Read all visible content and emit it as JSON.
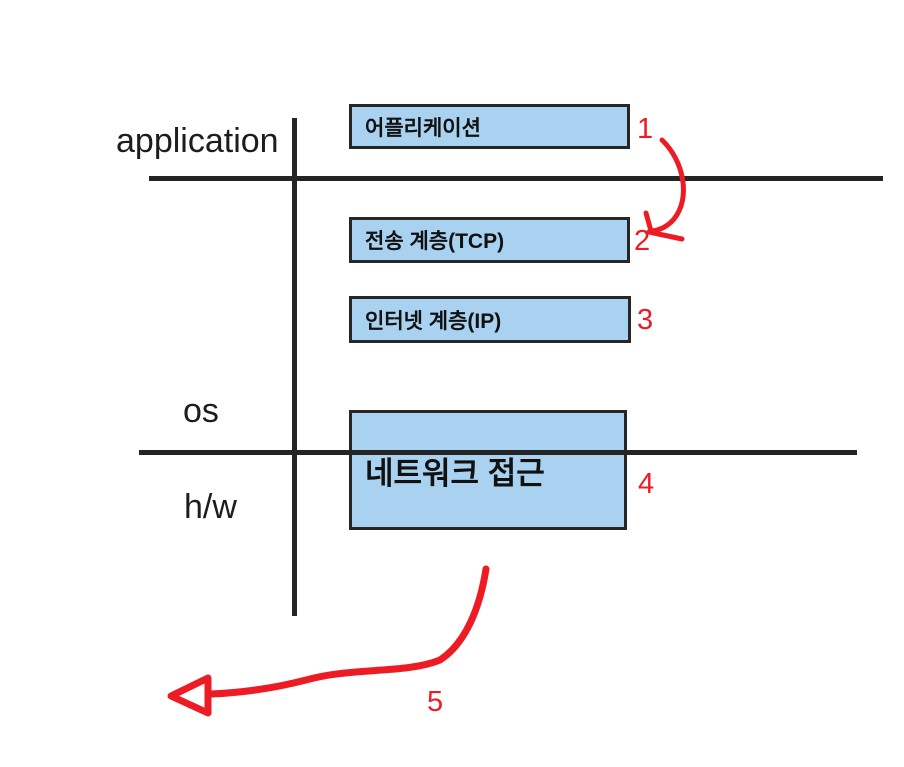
{
  "diagram": {
    "description": "TCP/IP network layer diagram with handwritten red annotations",
    "side_labels": {
      "application": "application",
      "os": "os",
      "hw": "h/w"
    },
    "layers": [
      {
        "label": "어플리케이션",
        "number": "1"
      },
      {
        "label": "전송 계층(TCP)",
        "number": "2"
      },
      {
        "label": "인터넷 계층(IP)",
        "number": "3"
      },
      {
        "label": "네트워크 접근",
        "number": "4"
      }
    ],
    "arrow_label": "5",
    "colors": {
      "box_fill": "#A9D2F1",
      "box_border": "#262626",
      "divider_line": "#242424",
      "annotation_red": "#ED1C24",
      "text": "#1d1d1d"
    }
  }
}
